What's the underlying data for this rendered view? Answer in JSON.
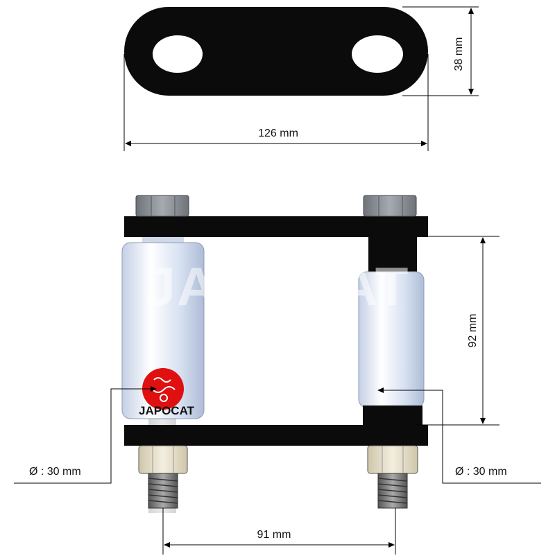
{
  "dimensions": {
    "plate_length": "126 mm",
    "plate_height": "38 mm",
    "shackle_height": "92 mm",
    "bolt_spacing": "91 mm",
    "left_bushing_diameter": "Ø : 30 mm",
    "right_bushing_diameter": "Ø : 30 mm"
  },
  "watermark": "JAPOCAT",
  "logo": {
    "text": "JAPOCAT"
  },
  "colors": {
    "plate": "#0b0b0b",
    "bushing": "#dce6f4",
    "nut_top": "#8a8f95",
    "nut_bottom": "#e4dcc2",
    "thread": "#777777",
    "logo_red": "#e01010",
    "dim_line": "#000000"
  }
}
